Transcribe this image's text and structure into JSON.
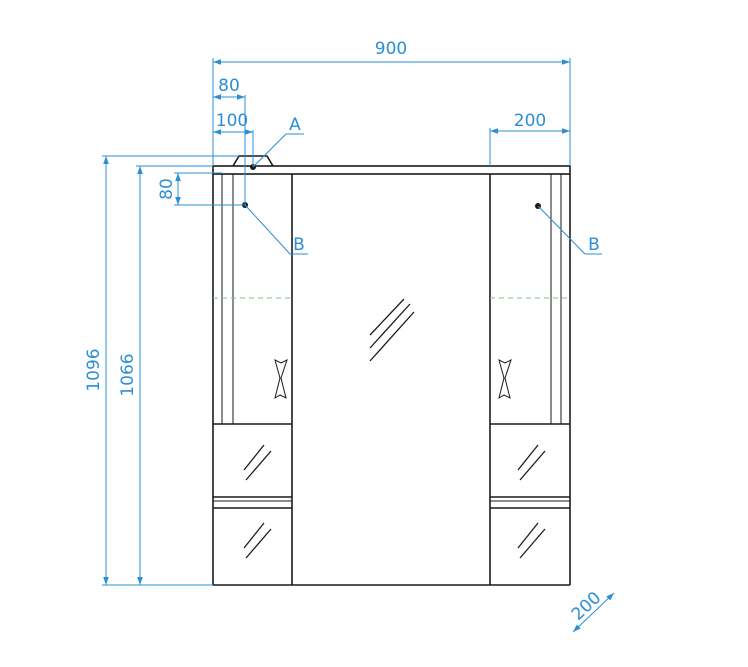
{
  "dimensions": {
    "total_width": "900",
    "left_offset": "80",
    "socket_offset": "100",
    "right_column_width": "200",
    "socket_height": "80",
    "total_height": "1096",
    "body_height": "1066",
    "depth": "200"
  },
  "callouts": {
    "a": "A",
    "b_left": "B",
    "b_right": "B"
  },
  "colors": {
    "dimension": "#2a8fd6",
    "object": "#1a1a1a",
    "shelf": "#7cc47c"
  }
}
